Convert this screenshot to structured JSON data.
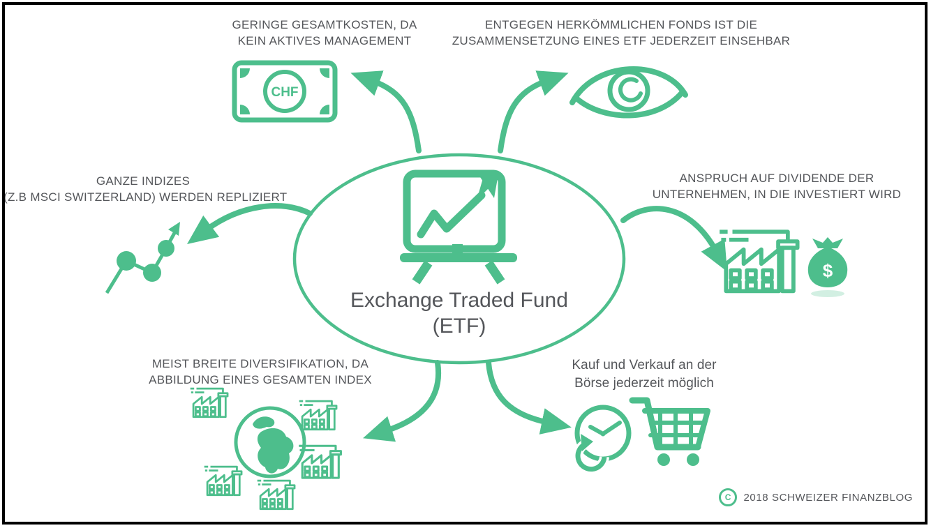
{
  "colors": {
    "accent": "#4dbe8c",
    "text": "#54565a",
    "frame": "#000000",
    "background": "#ffffff"
  },
  "center": {
    "title_line1": "Exchange Traded Fund",
    "title_line2": "(ETF)",
    "icon": "presentation-chart-icon"
  },
  "nodes": [
    {
      "id": "low-costs",
      "label_lines": [
        "GERINGE GESAMTKOSTEN, DA",
        "KEIN AKTIVES MANAGEMENT"
      ],
      "icon": "chf-banknote-icon",
      "icon_text": "CHF"
    },
    {
      "id": "transparency",
      "label_lines": [
        "ENTGEGEN HERKÖMMLICHEN FONDS IST DIE",
        "ZUSAMMENSETZUNG EINES ETF JEDERZEIT EINSEHBAR"
      ],
      "icon": "eye-icon"
    },
    {
      "id": "index-replication",
      "label_lines": [
        "GANZE INDIZES",
        "(Z.B MSCI SWITZERLAND) WERDEN REPLIZIERT"
      ],
      "icon": "trend-line-dots-icon"
    },
    {
      "id": "dividends",
      "label_lines": [
        "ANSPRUCH AUF DIVIDENDE DER",
        "UNTERNEHMEN, IN DIE INVESTIERT WIRD"
      ],
      "icon": "factory-money-bag-icon",
      "icon_text": "$"
    },
    {
      "id": "diversification",
      "label_lines": [
        "MEIST BREITE DIVERSIFIKATION, DA",
        "ABBILDUNG EINES GESAMTEN INDEX"
      ],
      "icon": "globe-factories-icon"
    },
    {
      "id": "exchange-trading",
      "label_lines": [
        "Kauf und Verkauf an der",
        "Börse jederzeit möglich"
      ],
      "icon": "clock-shopping-cart-icon"
    }
  ],
  "footer": {
    "symbol": "C",
    "copyright": "2018 SCHWEIZER FINANZBLOG"
  }
}
